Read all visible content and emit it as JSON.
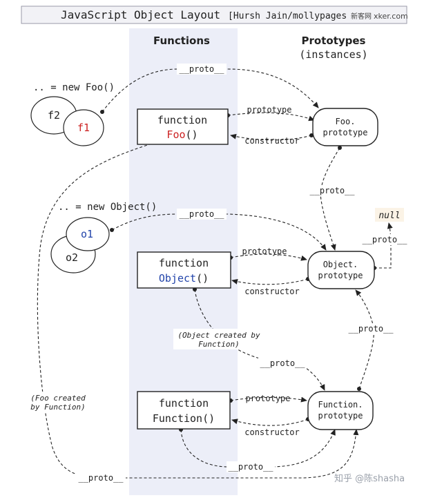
{
  "title": {
    "main": "JavaScript Object Layout",
    "credit": "[Hursh Jain/mollypages",
    "site_cn": "新客网",
    "site": "xker.com"
  },
  "columns": {
    "functions": "Functions",
    "prototypes_line1": "Prototypes",
    "prototypes_line2": "(instances)"
  },
  "foo_group": {
    "label": ".. = new Foo()",
    "instance_back": "f2",
    "instance_front": "f1"
  },
  "object_group": {
    "label": ".. = new Object()",
    "instance_front": "o1",
    "instance_back": "o2"
  },
  "functions": {
    "foo": {
      "keyword": "function",
      "name": "Foo",
      "parens": "()"
    },
    "object": {
      "keyword": "function",
      "name": "Object",
      "parens": "()"
    },
    "function": {
      "keyword": "function",
      "name": "Function()"
    }
  },
  "prototypes": {
    "foo": {
      "line1": "Foo.",
      "line2": "prototype"
    },
    "object": {
      "line1": "Object.",
      "line2": "prototype"
    },
    "function": {
      "line1": "Function.",
      "line2": "prototype"
    }
  },
  "null_label": "null",
  "edge_labels": {
    "proto": "__proto__",
    "prototype": "prototype",
    "constructor": "constructor"
  },
  "notes": {
    "object_created_line1": "(Object created by",
    "object_created_line2": "Function)",
    "foo_created_line1": "(Foo created",
    "foo_created_line2": "by Function)"
  },
  "watermark": "知乎 @陈shasha",
  "colors": {
    "column_band": "#eceef8",
    "foo_name": "#cc2222",
    "object_name": "#2244aa",
    "null_bg": "#fbf3e6",
    "lines": "#222222"
  }
}
